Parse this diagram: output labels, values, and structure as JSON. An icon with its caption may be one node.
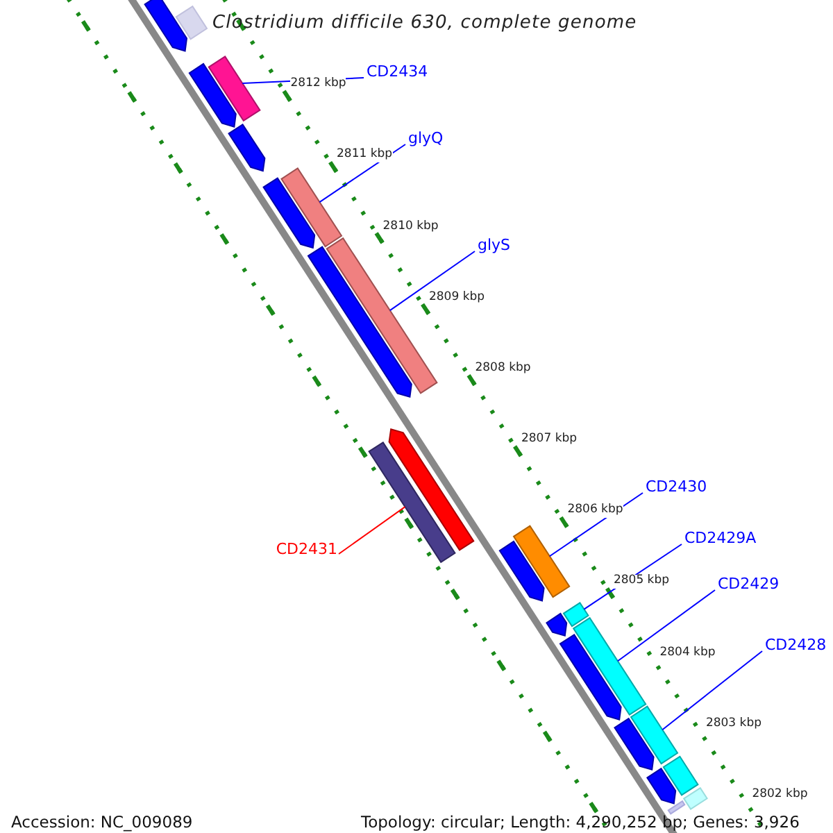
{
  "diagram": {
    "title": "Clostridium difficile 630, complete genome",
    "nodes": [
      {
        "text": [
          "CD2434"
        ]
      },
      {
        "text": [
          "glyQ"
        ]
      },
      {
        "text": [
          "glyS"
        ]
      },
      {
        "text": [
          "CD2431"
        ]
      },
      {
        "text": [
          "CD2430"
        ]
      },
      {
        "text": [
          "CD2429A"
        ]
      },
      {
        "text": [
          "CD2429"
        ]
      },
      {
        "text": [
          "CD2428"
        ]
      },
      {
        "text": [],
        "shape": "bar"
      },
      {
        "text": [],
        "shape": "bar"
      },
      {
        "text": [],
        "shape": "bar"
      },
      {
        "text": [],
        "shape": "bar"
      },
      {
        "text": [],
        "shape": "bar"
      },
      {
        "text": [],
        "shape": "bar"
      },
      {
        "text": [],
        "shape": "bar"
      },
      {
        "text": [],
        "shape": "bar"
      },
      {
        "text": [],
        "shape": "bar"
      },
      {
        "text": [],
        "shape": "bar"
      },
      {
        "text": [],
        "shape": "bar"
      },
      {
        "text": [],
        "shape": "bar"
      },
      {
        "text": [],
        "shape": "bar"
      },
      {
        "text": [],
        "shape": "bar"
      },
      {
        "text": [],
        "shape": "bar"
      },
      {
        "text": [],
        "shape": "bar"
      },
      {
        "text": [],
        "shape": "bar"
      },
      {
        "text": [],
        "shape": "bar"
      },
      {
        "text": [],
        "shape": "bar"
      },
      {
        "text": [],
        "shape": "bar"
      },
      {
        "text": [],
        "shape": "bar"
      },
      {
        "text": [],
        "shape": "bar"
      },
      {
        "text": [],
        "shape": "bar"
      }
    ],
    "edges": [
      {
        "from": 0,
        "to": 8,
        "arrow": "none"
      },
      {
        "from": 1,
        "to": 9,
        "arrow": "none"
      },
      {
        "from": 2,
        "to": 10,
        "arrow": "none"
      },
      {
        "from": 3,
        "to": 11,
        "arrow": "none",
        "color": "#ff0000"
      },
      {
        "from": 4,
        "to": 12,
        "arrow": "none"
      },
      {
        "from": 5,
        "to": 13,
        "arrow": "none"
      },
      {
        "from": 6,
        "to": 14,
        "arrow": "none"
      },
      {
        "from": 7,
        "to": 15,
        "arrow": "none"
      }
    ],
    "labels": [
      "2812 kbp",
      "2811 kbp",
      "2810 kbp",
      "2809 kbp",
      "2808 kbp",
      "2807 kbp",
      "2806 kbp",
      "2805 kbp",
      "2804 kbp",
      "2803 kbp",
      "2802 kbp",
      "Accession: NC_009089",
      "Topology: circular; Length: 4,290,252 bp; Genes: 3,926"
    ]
  }
}
